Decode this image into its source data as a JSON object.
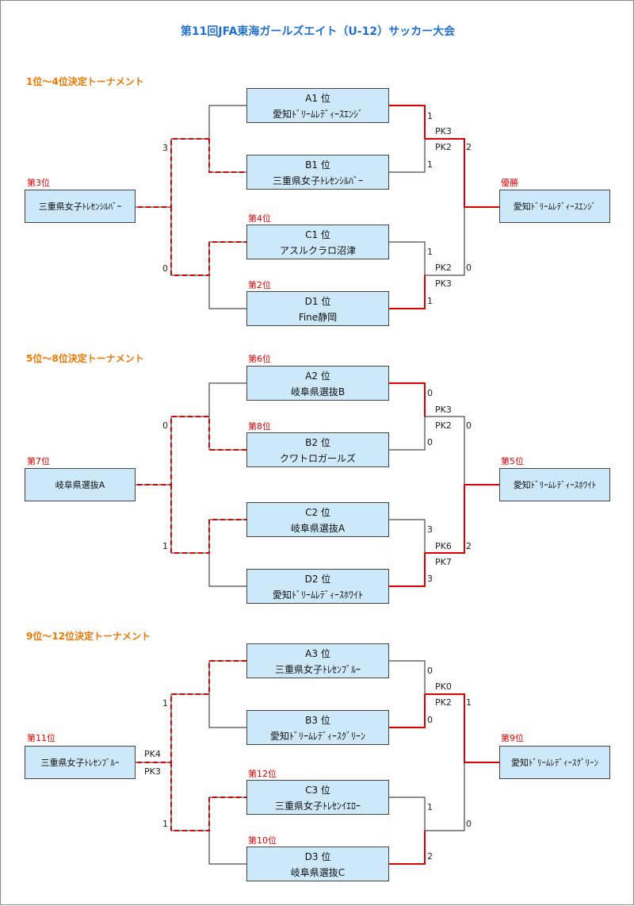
{
  "title": "第11回JFA東海ガールズエイト（U-12）サッカー大会",
  "sections": [
    {
      "heading": "1位～4位決定トーナメント",
      "teams": [
        {
          "rank": "",
          "l1": "A1 位",
          "l2": "愛知ﾄﾞﾘｰﾑﾚﾃﾞｨｰｽｴﾝｼﾞ"
        },
        {
          "rank": "",
          "l1": "B1 位",
          "l2": "三重県女子ﾄﾚｾﾝｼﾙﾊﾞｰ"
        },
        {
          "rank": "第4位",
          "l1": "C1 位",
          "l2": "アスルクラロ沼津"
        },
        {
          "rank": "第2位",
          "l1": "D1 位",
          "l2": "Fine静岡"
        }
      ],
      "left": {
        "label": "第3位",
        "name": "三重県女子ﾄﾚｾﾝｼﾙﾊﾞｰ",
        "s_upper": "3",
        "s_lower": "0",
        "pk_upper": "",
        "pk_lower": ""
      },
      "right": {
        "label": "優勝",
        "name": "愛知ﾄﾞﾘｰﾑﾚﾃﾞｨｰｽｴﾝｼﾞ",
        "s_upper": "2",
        "s_lower": "0"
      },
      "m1": {
        "s1": "1",
        "s2": "1",
        "pk1": "PK3",
        "pk2": "PK2"
      },
      "m2": {
        "s1": "1",
        "s2": "1",
        "pk1": "PK2",
        "pk2": "PK3"
      }
    },
    {
      "heading": "5位～8位決定トーナメント",
      "teams": [
        {
          "rank": "第6位",
          "l1": "A2 位",
          "l2": "岐阜県選抜B"
        },
        {
          "rank": "第8位",
          "l1": "B2 位",
          "l2": "クワトロガールズ"
        },
        {
          "rank": "",
          "l1": "C2 位",
          "l2": "岐阜県選抜A"
        },
        {
          "rank": "",
          "l1": "D2 位",
          "l2": "愛知ﾄﾞﾘｰﾑﾚﾃﾞｨｰｽﾎﾜｲﾄ"
        }
      ],
      "left": {
        "label": "第7位",
        "name": "岐阜県選抜A",
        "s_upper": "0",
        "s_lower": "1",
        "pk_upper": "",
        "pk_lower": ""
      },
      "right": {
        "label": "第5位",
        "name": "愛知ﾄﾞﾘｰﾑﾚﾃﾞｨｰｽﾎﾜｲﾄ",
        "s_upper": "0",
        "s_lower": "2"
      },
      "m1": {
        "s1": "0",
        "s2": "0",
        "pk1": "PK3",
        "pk2": "PK2"
      },
      "m2": {
        "s1": "3",
        "s2": "3",
        "pk1": "PK6",
        "pk2": "PK7"
      }
    },
    {
      "heading": "9位～12位決定トーナメント",
      "teams": [
        {
          "rank": "",
          "l1": "A3 位",
          "l2": "三重県女子ﾄﾚｾﾝﾌﾞﾙｰ"
        },
        {
          "rank": "",
          "l1": "B3 位",
          "l2": "愛知ﾄﾞﾘｰﾑﾚﾃﾞｨｰｽｸﾞﾘｰﾝ"
        },
        {
          "rank": "第12位",
          "l1": "C3 位",
          "l2": "三重県女子ﾄﾚｾﾝｲｴﾛｰ"
        },
        {
          "rank": "第10位",
          "l1": "D3 位",
          "l2": "岐阜県選抜C"
        }
      ],
      "left": {
        "label": "第11位",
        "name": "三重県女子ﾄﾚｾﾝﾌﾞﾙｰ",
        "s_upper": "1",
        "s_lower": "1",
        "pk_upper": "PK4",
        "pk_lower": "PK3"
      },
      "right": {
        "label": "第9位",
        "name": "愛知ﾄﾞﾘｰﾑﾚﾃﾞｨｰｽｸﾞﾘｰﾝ",
        "s_upper": "1",
        "s_lower": "0"
      },
      "m1": {
        "s1": "0",
        "s2": "0",
        "pk1": "PK0",
        "pk2": "PK2"
      },
      "m2": {
        "s1": "1",
        "s2": "2",
        "pk1": "",
        "pk2": ""
      }
    }
  ],
  "colors": {
    "title": "#1f6fd1",
    "heading": "#ee7700",
    "box_fill": "#cde8f8",
    "winner_line": "#dd0000",
    "label": "#dd0000"
  }
}
